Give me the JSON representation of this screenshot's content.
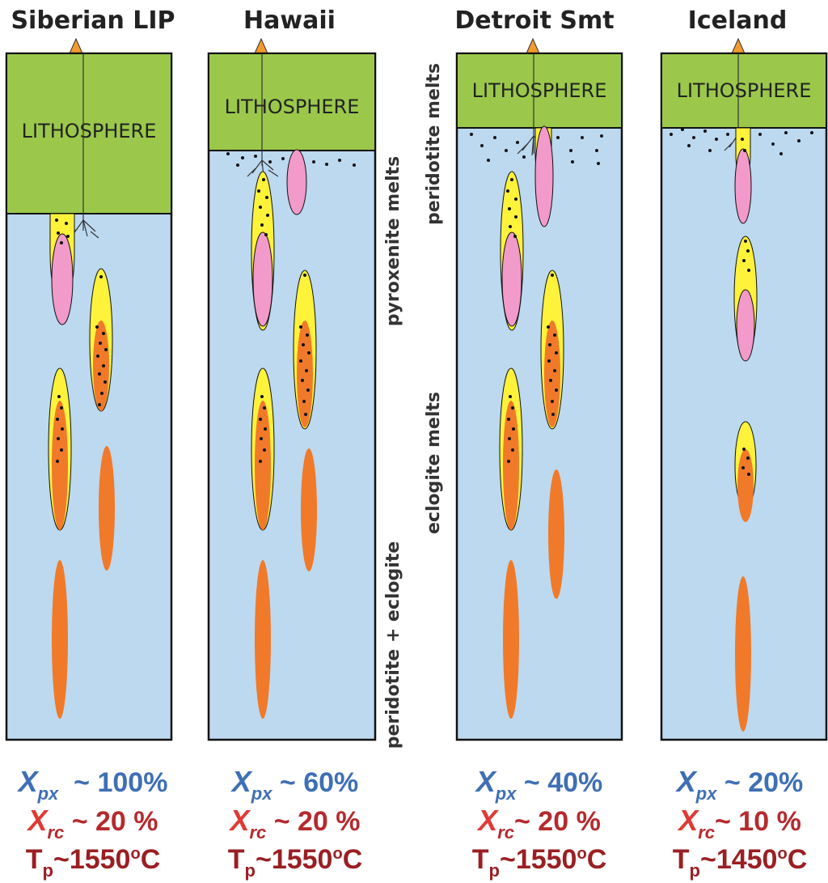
{
  "columns": [
    {
      "title": "Siberian LIP",
      "lithosphere": "LITHOSPHERE",
      "xpx_symbol": "X",
      "xpx_sub": "px",
      "xpx_value": "~ 100%",
      "xrc_symbol": "X",
      "xrc_sub": "rc",
      "xrc_value": "~ 20 %",
      "tp_symbol": "T",
      "tp_sub": "p",
      "tp_prefix": "~1550",
      "tp_sup": "o",
      "tp_unit": "C"
    },
    {
      "title": "Hawaii",
      "lithosphere": "LITHOSPHERE",
      "xpx_symbol": "X",
      "xpx_sub": "px",
      "xpx_value": "~ 60%",
      "xrc_symbol": "X",
      "xrc_sub": "rc",
      "xrc_value": "~ 20 %",
      "tp_symbol": "T",
      "tp_sub": "p",
      "tp_prefix": "~1550",
      "tp_sup": "o",
      "tp_unit": "C"
    },
    {
      "title": "Detroit Smt",
      "lithosphere": "LITHOSPHERE",
      "xpx_symbol": "X",
      "xpx_sub": "px",
      "xpx_value": "~ 40%",
      "xrc_symbol": "X",
      "xrc_sub": "rc",
      "xrc_value": "~ 20 %",
      "tp_symbol": "T",
      "tp_sub": "p",
      "tp_prefix": "~1550",
      "tp_sup": "o",
      "tp_unit": "C"
    },
    {
      "title": "Iceland",
      "lithosphere": "LITHOSPHERE",
      "xpx_symbol": "X",
      "xpx_sub": "px",
      "xpx_value": "~ 20%",
      "xrc_symbol": "X",
      "xrc_sub": "rc",
      "xrc_value": "~ 10 %",
      "tp_symbol": "T",
      "tp_sub": "p",
      "tp_prefix": "~1450",
      "tp_sup": "o",
      "tp_unit": "C"
    }
  ],
  "side_labels": {
    "pyroxenite_melts": "pyroxenite melts",
    "peridotite_eclogite": "peridotite + eclogite",
    "peridotite_melts": "peridotite melts",
    "eclogite_melts": "eclogite melts"
  },
  "colors": {
    "mantle": "#bcd9f0",
    "lithosphere": "#9bc84a",
    "pyroxenite_melt": "#fff23a",
    "eclogite": "#f07a2a",
    "peridotite_melt": "#f29ac9",
    "volcano": "#f39a2e",
    "xpx_label": "#3f6fb5",
    "xrc_label": "#b52a2e",
    "tp_label": "#9a1f23"
  }
}
